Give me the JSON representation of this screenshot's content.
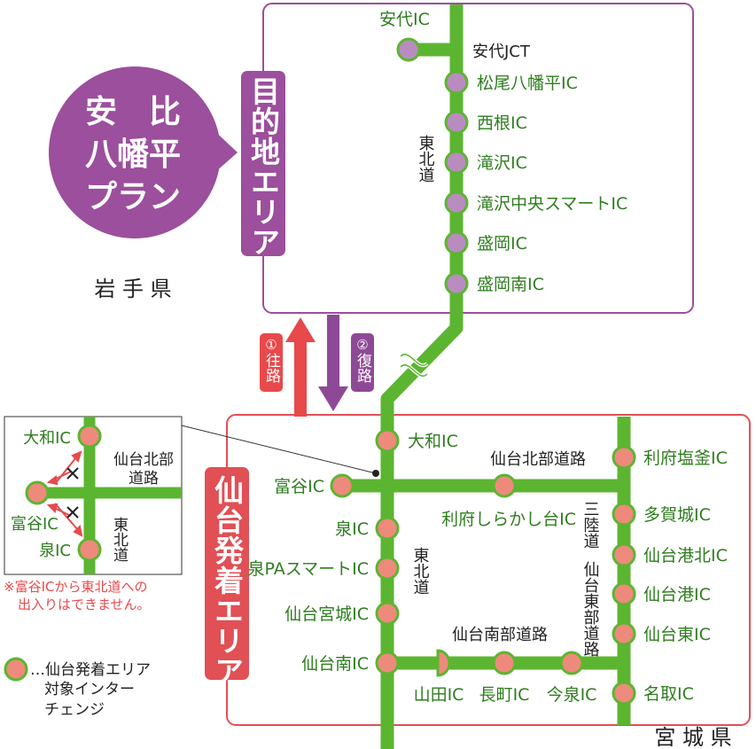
{
  "plan": {
    "lines": [
      "安　比",
      "八幡平",
      "プラン"
    ]
  },
  "prefectures": {
    "iwate": "岩 手 県",
    "miyagi": "宮 城 県"
  },
  "areas": {
    "destination": {
      "label": "目的地エリア",
      "color": "#9b4f9c"
    },
    "sendai": {
      "label": "仙台発着エリア",
      "color": "#e05055"
    }
  },
  "arrows": {
    "outbound": {
      "num": "①",
      "text": "往路"
    },
    "return": {
      "num": "②",
      "text": "復路"
    }
  },
  "roads": {
    "tohoku_north": "東北道",
    "tohoku_south": "東北道",
    "sendai_hokubu": "仙台北部道路",
    "sendai_nanbu": "仙台南部道路",
    "sanriku": "三陸道",
    "sendai_tobu": "仙台東部道路",
    "green": "#5cb531"
  },
  "stations": {
    "appi_jct": "安代JCT",
    "ashiro": "安代IC",
    "matsuo": "松尾八幡平IC",
    "nishine": "西根IC",
    "takizawa": "滝沢IC",
    "takizawa_chuo": "滝沢中央スマートIC",
    "morioka": "盛岡IC",
    "morioka_minami": "盛岡南IC",
    "yamato": "大和IC",
    "tomiya": "富谷IC",
    "rifu_shirakashi": "利府しらかし台IC",
    "izumi": "泉IC",
    "izumi_pa": "泉PAスマートIC",
    "sendai_miyagi": "仙台宮城IC",
    "sendai_minami": "仙台南IC",
    "yamada": "山田IC",
    "nagamachi": "長町IC",
    "imaizumi": "今泉IC",
    "rifu_shiogama": "利府塩釜IC",
    "tagajo": "多賀城IC",
    "sendaiko_kita": "仙台港北IC",
    "sendaiko": "仙台港IC",
    "sendai_higashi": "仙台東IC",
    "natori": "名取IC"
  },
  "inset": {
    "yamato": "大和IC",
    "tomiya": "富谷IC",
    "izumi": "泉IC",
    "hokubu_l1": "仙台北部",
    "hokubu_l2": "道路",
    "tohoku": "東北道"
  },
  "note": {
    "line1": "※富谷ICから東北道への",
    "line2": "出入りはできません。",
    "color": "#e8494b"
  },
  "legend": {
    "line1": "…仙台発着エリア",
    "line2": "対象インター",
    "line3": "チェンジ"
  }
}
